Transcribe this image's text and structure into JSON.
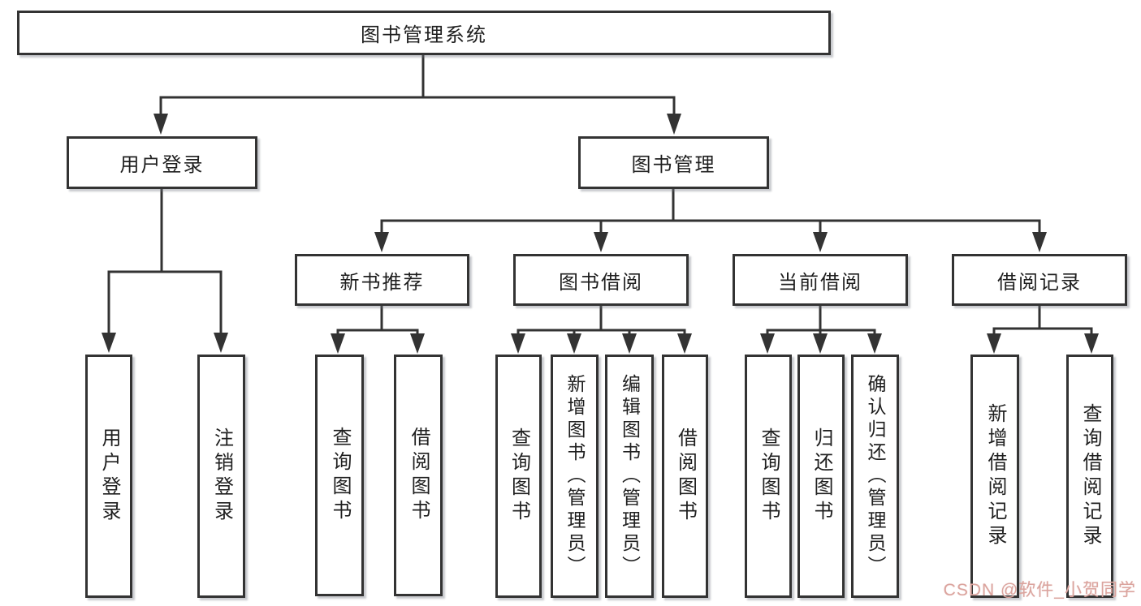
{
  "diagram": {
    "root": {
      "label": "图书管理系统"
    },
    "level2": [
      {
        "label": "用户登录"
      },
      {
        "label": "图书管理"
      }
    ],
    "level3": [
      {
        "label": "新书推荐"
      },
      {
        "label": "图书借阅"
      },
      {
        "label": "当前借阅"
      },
      {
        "label": "借阅记录"
      }
    ],
    "leaves": {
      "login": [
        "用户登录",
        "注销登录"
      ],
      "recommend": [
        "查询图书",
        "借阅图书"
      ],
      "borrow": [
        "查询图书",
        "新增图书（管理员）",
        "编辑图书（管理员）",
        "借阅图书"
      ],
      "current": [
        "查询图书",
        "归还图书",
        "确认归还（管理员）"
      ],
      "records": [
        "新增借阅记录",
        "查询借阅记录"
      ]
    }
  },
  "watermark": {
    "text": "CSDN @软件_小贺同学"
  },
  "colors": {
    "line": "#333333",
    "box_border": "#333333",
    "text": "#1f1f1f",
    "watermark": "#dba49e",
    "background": "#ffffff"
  }
}
